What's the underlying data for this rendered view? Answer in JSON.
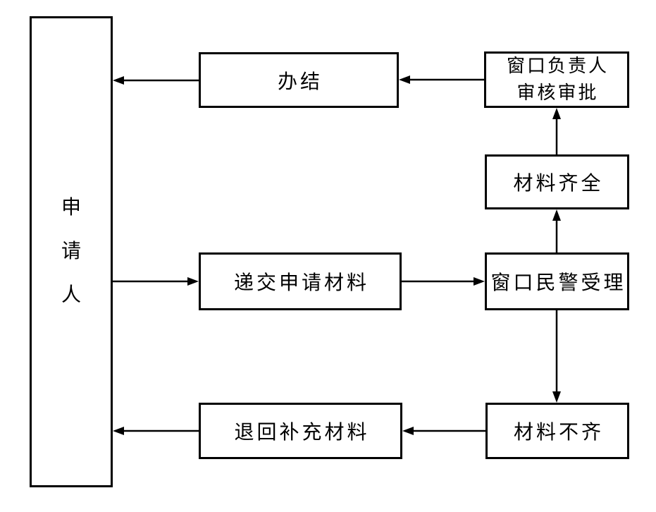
{
  "diagram": {
    "background_color": "#ffffff",
    "line_color": "#000000",
    "nodes": {
      "applicant": {
        "label": "申请人"
      },
      "complete": {
        "label": "办结"
      },
      "supervisor_review": {
        "lines": [
          "窗口负责人",
          "审核审批"
        ]
      },
      "materials_complete": {
        "label": "材料齐全"
      },
      "submit_materials": {
        "label": "递交申请材料"
      },
      "police_accept": {
        "label": "窗口民警受理"
      },
      "materials_incomplete": {
        "label": "材料不齐"
      },
      "return_supplement": {
        "label": "退回补充材料"
      }
    },
    "edges": [
      {
        "from": "complete",
        "to": "applicant",
        "direction": "left"
      },
      {
        "from": "supervisor_review",
        "to": "complete",
        "direction": "left"
      },
      {
        "from": "materials_complete",
        "to": "supervisor_review",
        "direction": "up"
      },
      {
        "from": "police_accept",
        "to": "materials_complete",
        "direction": "up"
      },
      {
        "from": "applicant",
        "to": "submit_materials",
        "direction": "right"
      },
      {
        "from": "submit_materials",
        "to": "police_accept",
        "direction": "right"
      },
      {
        "from": "police_accept",
        "to": "materials_incomplete",
        "direction": "down"
      },
      {
        "from": "materials_incomplete",
        "to": "return_supplement",
        "direction": "left"
      },
      {
        "from": "return_supplement",
        "to": "applicant",
        "direction": "left"
      }
    ]
  }
}
